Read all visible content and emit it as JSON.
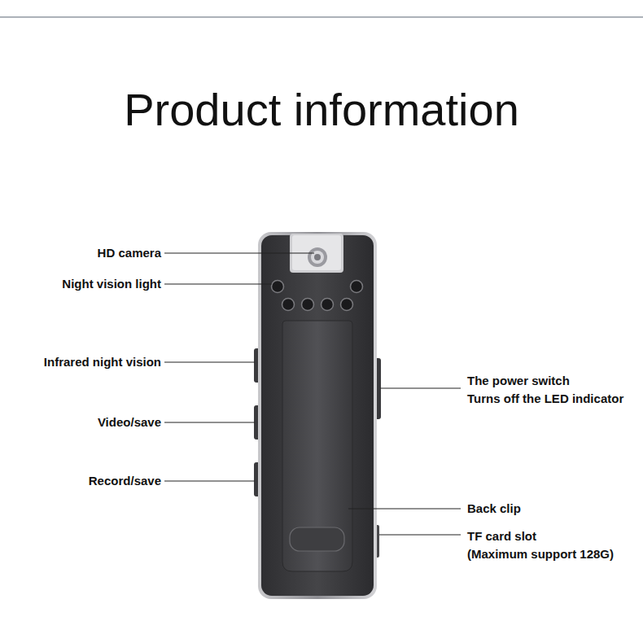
{
  "diagram": {
    "title": "Product information",
    "labels": [
      "HD camera",
      "Night vision light",
      "Infrared night vision",
      "Video/save",
      "Record/save",
      "The power switch",
      "Turns off the LED indicator",
      "Back clip",
      "TF card slot",
      "(Maximum support 128G)"
    ]
  }
}
